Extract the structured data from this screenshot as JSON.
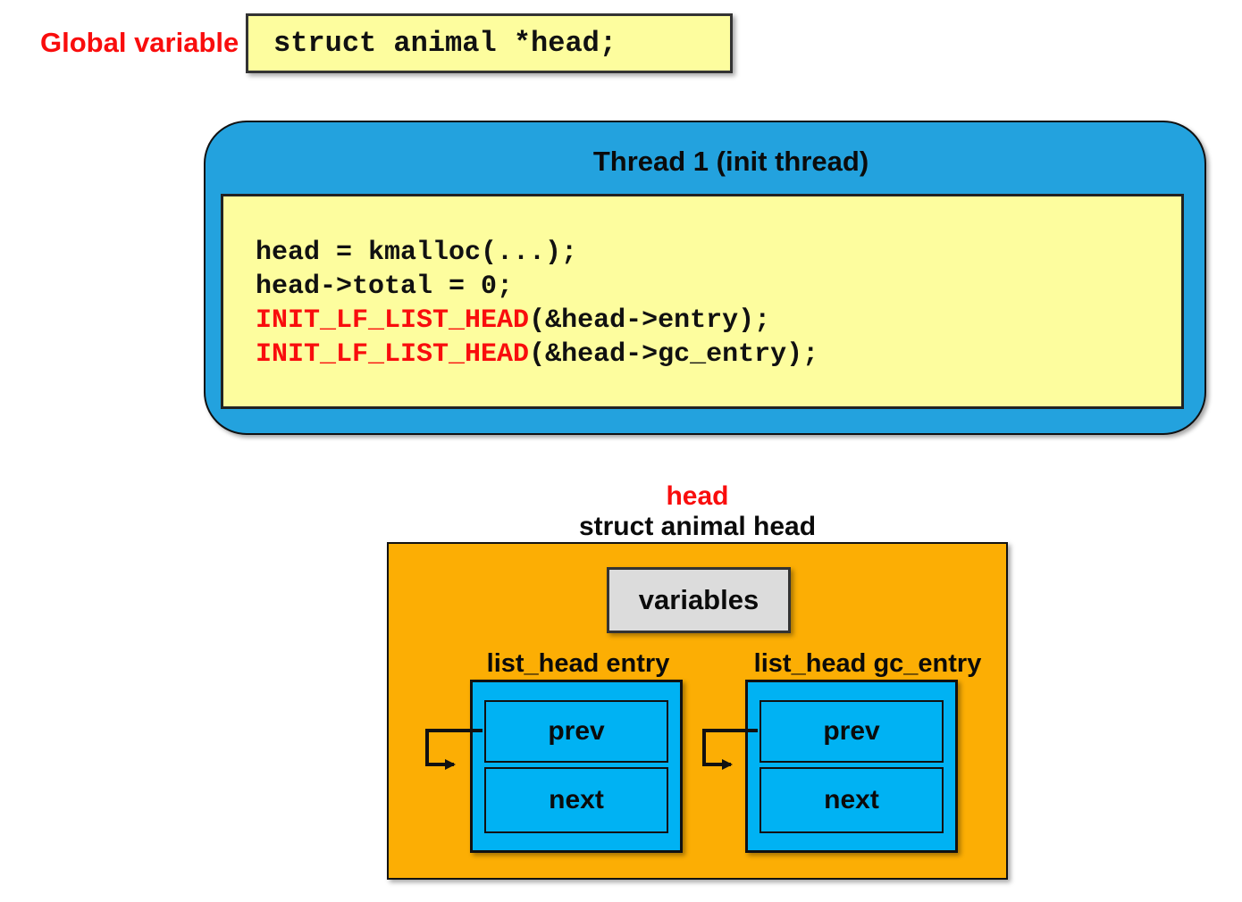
{
  "colors": {
    "blue": "#23A2DE",
    "boxblue": "#00B2F3",
    "yellow": "#FDFD9E",
    "orange": "#FCAE04",
    "gray": "#DCDCDC",
    "red": "#F90D0D"
  },
  "global_variable": {
    "label": "Global variable",
    "code": "struct animal *head;"
  },
  "thread": {
    "title": "Thread 1 (init thread)",
    "code": [
      {
        "plain": "head = kmalloc(...);"
      },
      {
        "plain": "head->total = 0;"
      },
      {
        "macro": "INIT_LF_LIST_HEAD",
        "rest": "(&head->entry);"
      },
      {
        "macro": "INIT_LF_LIST_HEAD",
        "rest": "(&head->gc_entry);"
      }
    ]
  },
  "struct_diagram": {
    "pointer_name": "head",
    "struct_name": "struct animal head",
    "variables_label": "variables",
    "list_heads": [
      {
        "label": "list_head entry",
        "fields": [
          "prev",
          "next"
        ]
      },
      {
        "label": "list_head gc_entry",
        "fields": [
          "prev",
          "next"
        ]
      }
    ]
  }
}
